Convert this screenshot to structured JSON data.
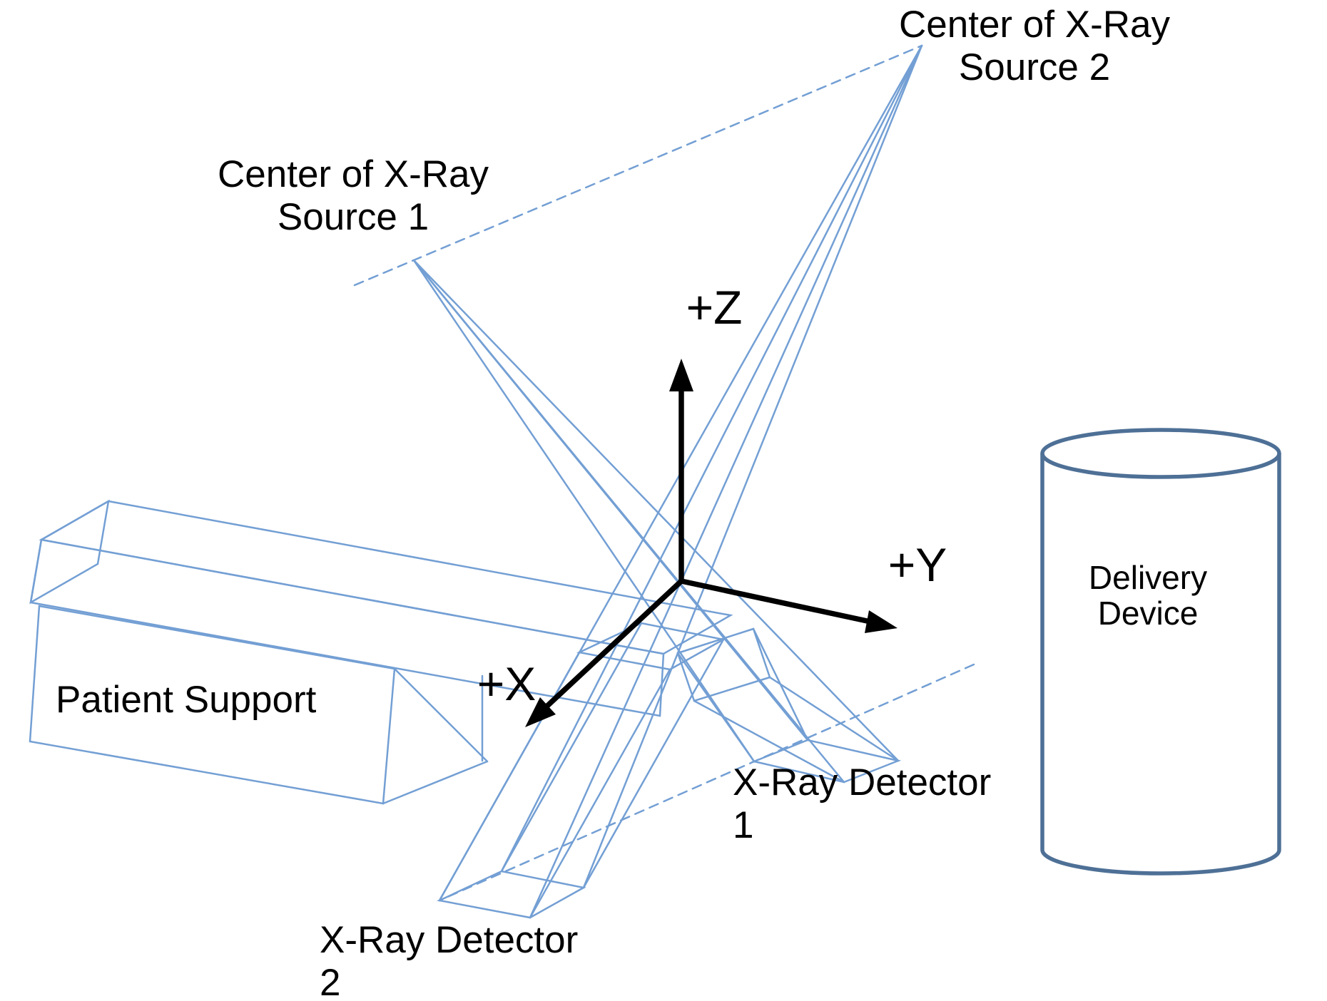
{
  "diagram": {
    "description": "Stereoscopic X-ray imaging geometry diagram",
    "labels": {
      "source1": {
        "line1": "Center of X-Ray",
        "line2": "Source 1"
      },
      "source2": {
        "line1": "Center of X-Ray",
        "line2": "Source 2"
      },
      "axis_x": "+X",
      "axis_y": "+Y",
      "axis_z": "+Z",
      "patient_support": "Patient Support",
      "detector1": {
        "line1": "X-Ray Detector",
        "line2": "1"
      },
      "detector2": {
        "line1": "X-Ray Detector",
        "line2": "2"
      },
      "delivery_device": {
        "line1": "Delivery",
        "line2": "Device"
      }
    },
    "colors": {
      "beam_blue": "#739FD4",
      "cylinder_blue": "#4E7096",
      "axis_black": "#000000",
      "text_black": "#000000",
      "background": "#FFFFFF"
    }
  }
}
